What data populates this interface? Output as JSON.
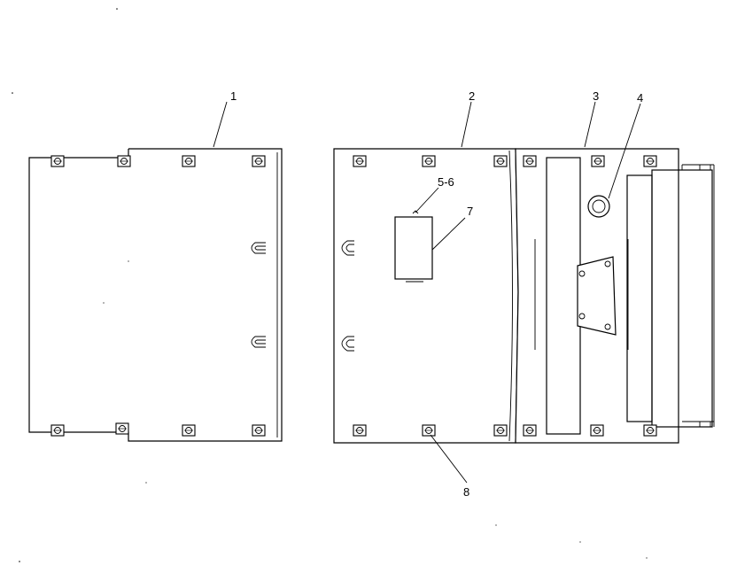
{
  "diagram": {
    "callouts": [
      {
        "id": "c1",
        "label": "1"
      },
      {
        "id": "c2",
        "label": "2"
      },
      {
        "id": "c3",
        "label": "3"
      },
      {
        "id": "c4",
        "label": "4"
      },
      {
        "id": "c56",
        "label": "5-6"
      },
      {
        "id": "c7",
        "label": "7"
      },
      {
        "id": "c8",
        "label": "8"
      }
    ]
  }
}
